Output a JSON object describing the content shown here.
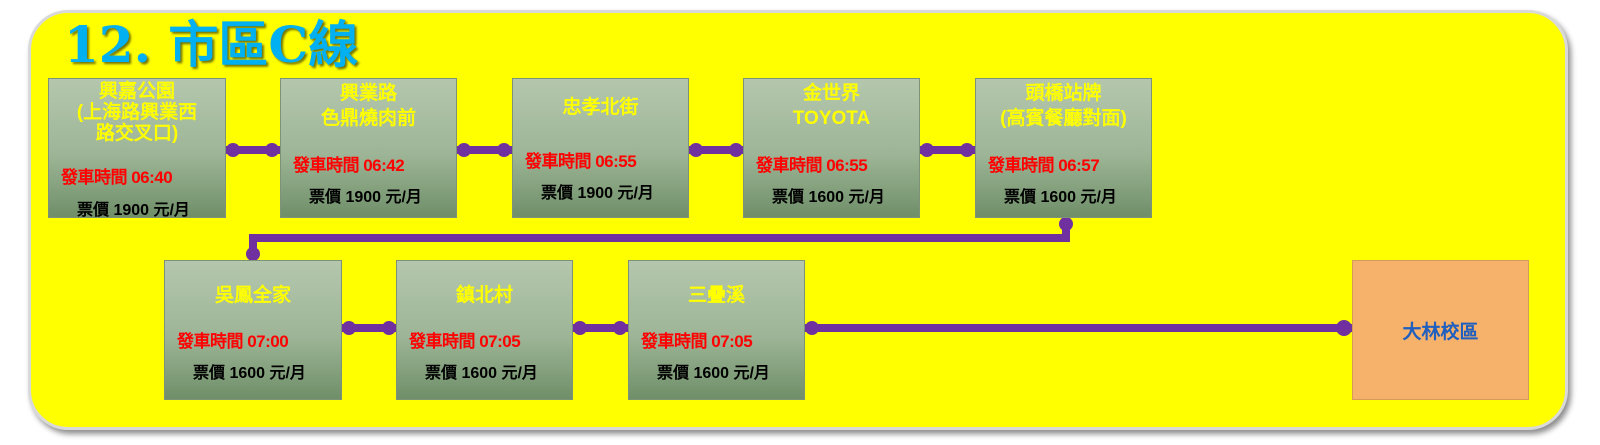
{
  "title": "12. 市區C線",
  "colors": {
    "panel": "#ffff00",
    "line": "#7030a0",
    "title": "#00b0f0",
    "destination": "#f6b26b"
  },
  "stops": [
    {
      "name": [
        "興嘉公園",
        "(上海路興業西",
        "路交叉口)"
      ],
      "time": "發車時間 06:40",
      "price": "票價 1900 元/月"
    },
    {
      "name": [
        "興業路",
        "色鼎燒肉前"
      ],
      "time": "發車時間 06:42",
      "price": "票價 1900 元/月"
    },
    {
      "name": [
        "",
        "忠孝北街"
      ],
      "time": "發車時間 06:55",
      "price": "票價 1900 元/月"
    },
    {
      "name": [
        "金世界",
        "TOYOTA"
      ],
      "time": "發車時間 06:55",
      "price": "票價 1600 元/月"
    },
    {
      "name": [
        "頭橋站牌",
        "(高賓餐廳對面)"
      ],
      "time": "發車時間 06:57",
      "price": "票價 1600 元/月"
    },
    {
      "name": [
        "",
        "吳鳳全家"
      ],
      "time": "發車時間 07:00",
      "price": "票價 1600 元/月"
    },
    {
      "name": [
        "",
        "鎮北村"
      ],
      "time": "發車時間 07:05",
      "price": "票價 1600 元/月"
    },
    {
      "name": [
        "",
        "三疊溪"
      ],
      "time": "發車時間 07:05",
      "price": "票價 1600 元/月"
    }
  ],
  "destination": {
    "name": "大林校區"
  }
}
